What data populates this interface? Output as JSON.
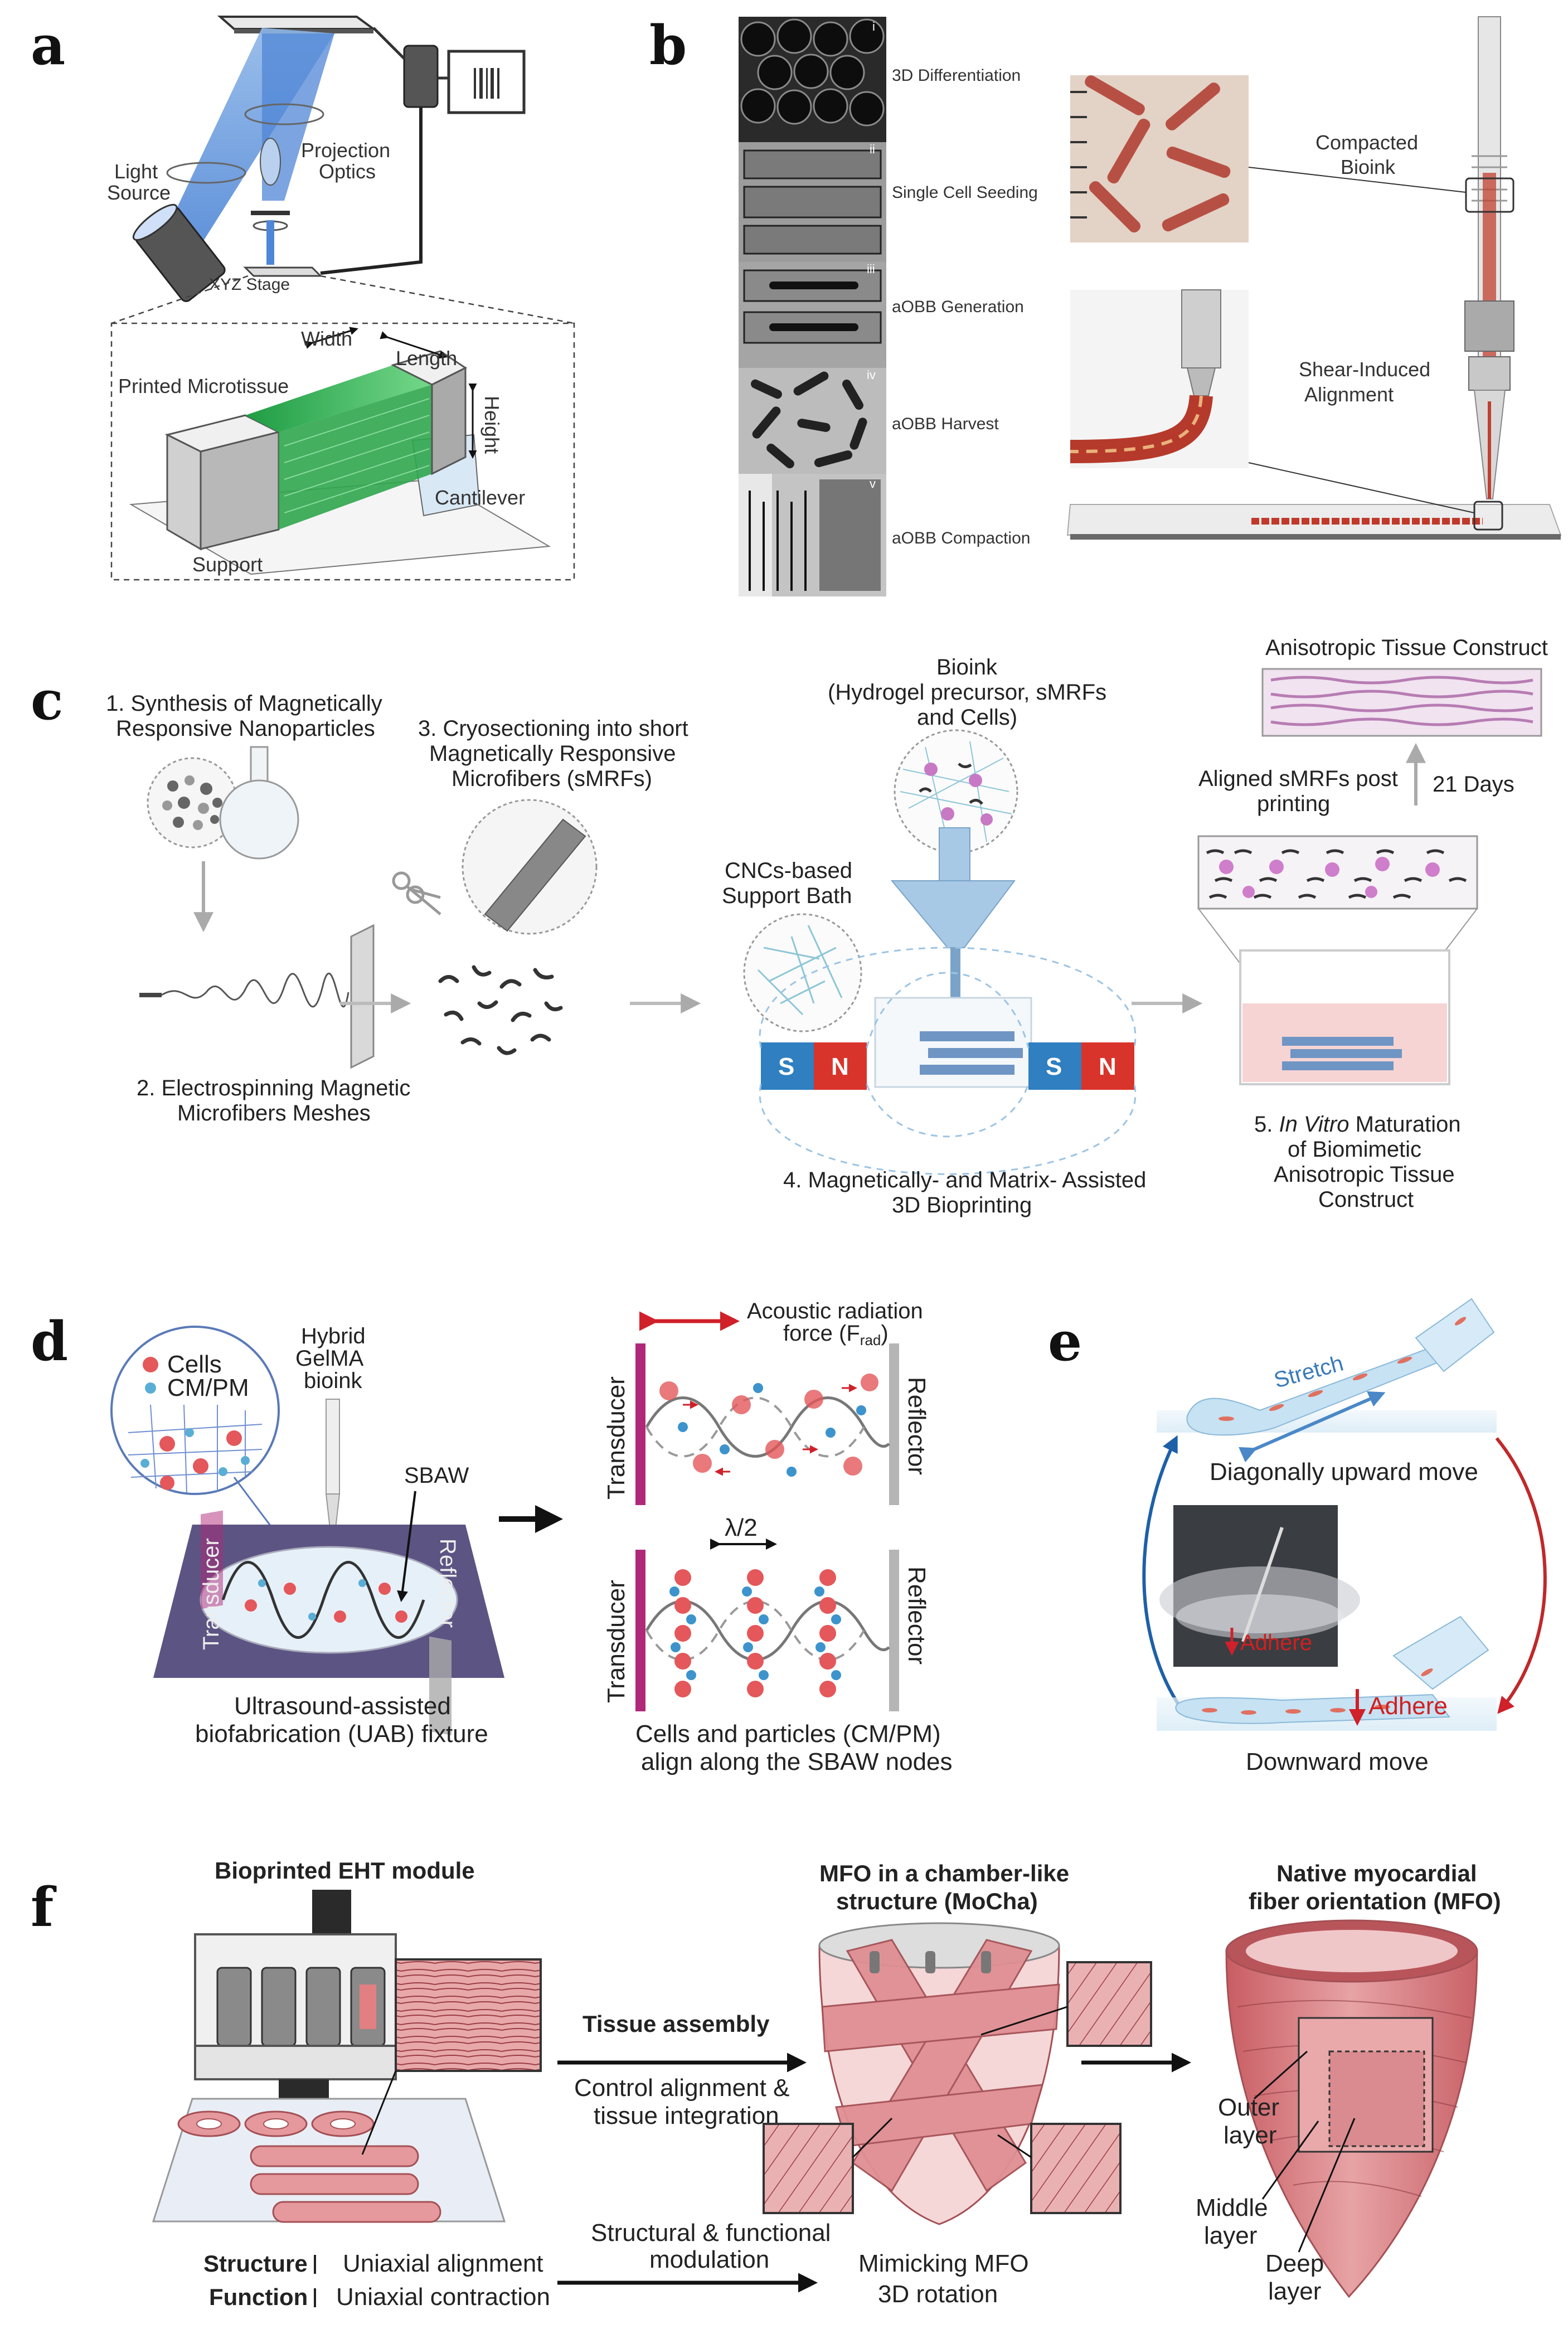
{
  "panels": {
    "a": {
      "label": "a",
      "light_source": [
        "Light",
        "Source"
      ],
      "projection_optics": [
        "Projection",
        "Optics"
      ],
      "xyz_stage": "XYZ Stage",
      "width": "Width",
      "length": "Length",
      "height": "Height",
      "printed_microtissue": "Printed Microtissue",
      "cantilever": "Cantilever",
      "support": "Support"
    },
    "b": {
      "label": "b",
      "steps": [
        "3D Differentiation",
        "Single Cell Seeding",
        "aOBB Generation",
        "aOBB Harvest",
        "aOBB Compaction"
      ],
      "roman": [
        "i",
        "ii",
        "iii",
        "iv",
        "v"
      ],
      "compacted_bioink": [
        "Compacted",
        "Bioink"
      ],
      "shear_alignment": [
        "Shear-Induced",
        "Alignment"
      ]
    },
    "c": {
      "label": "c",
      "step1": [
        "1. Synthesis of Magnetically",
        "Responsive Nanoparticles"
      ],
      "step2": [
        "2. Electrospinning Magnetic",
        "Microfibers Meshes"
      ],
      "step3": [
        "3. Cryosectioning into short",
        "Magnetically Responsive",
        "Microfibers  (sMRFs)"
      ],
      "bioink": [
        "Bioink",
        "(Hydrogel precursor, sMRFs",
        "and Cells)"
      ],
      "support_bath": [
        "CNCs-based",
        "Support Bath"
      ],
      "magnet_s": "S",
      "magnet_n": "N",
      "step4": [
        "4. Magnetically- and Matrix- Assisted",
        "3D Bioprinting"
      ],
      "aligned": [
        "Aligned sMRFs post",
        "printing"
      ],
      "days": "21 Days",
      "anisotropic": "Anisotropic Tissue Construct",
      "step5_prefix": "5. ",
      "step5_italic": "In Vitro",
      "step5_rest": " Maturation",
      "step5_lines": [
        "of  Biomimetic",
        "Anisotropic Tissue",
        "Construct"
      ]
    },
    "d": {
      "label": "d",
      "legend_cells": "Cells",
      "legend_cmpm": "CM/PM",
      "hybrid": [
        "Hybrid",
        "GelMA",
        "bioink"
      ],
      "sbaw": "SBAW",
      "transducer": "Transducer",
      "reflector": "Reflector",
      "uab": [
        "Ultrasound-assisted",
        "biofabrication (UAB) fixture"
      ],
      "acoustic": [
        "Acoustic radiation",
        "force (F"
      ],
      "acoustic_sub": "rad",
      "lambda": "λ/2",
      "align": [
        "Cells and particles (CM/PM)",
        "align along the SBAW nodes"
      ]
    },
    "e": {
      "label": "e",
      "stretch": "Stretch",
      "upward": "Diagonally upward move",
      "adhere": "Adhere",
      "downward": "Downward move"
    },
    "f": {
      "label": "f",
      "eht": "Bioprinted EHT module",
      "mocha": [
        "MFO in a chamber-like",
        "structure (MoCha)"
      ],
      "native": [
        "Native myocardial",
        "fiber orientation (MFO)"
      ],
      "assembly": "Tissue assembly",
      "control": [
        "Control alignment &",
        "tissue integration"
      ],
      "structural": [
        "Structural & functional",
        "modulation"
      ],
      "mimicking": [
        "Mimicking MFO",
        "3D rotation"
      ],
      "structure_label": "Structure",
      "structure_value": "Uniaxial alignment",
      "function_label": "Function",
      "function_value": "Uniaxial contraction",
      "outer": [
        "Outer",
        "layer"
      ],
      "middle": [
        "Middle",
        "layer"
      ],
      "deep": [
        "Deep",
        "layer"
      ]
    }
  },
  "colors": {
    "magnet_blue": "#2f7fc1",
    "magnet_red": "#d9342b",
    "transducer": "#b0287a",
    "reflector": "#b5b5b5",
    "tissue_pink": "#e0868a",
    "green": "#3dbb5a"
  }
}
